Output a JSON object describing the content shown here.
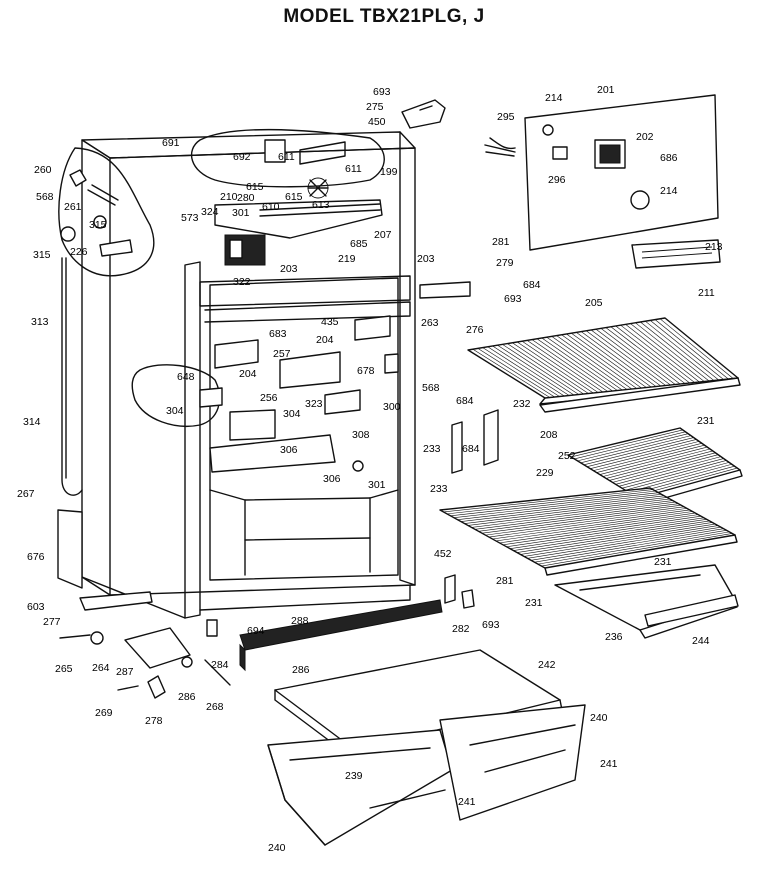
{
  "title": "MODEL TBX21PLG, J",
  "part_labels": [
    {
      "id": "p693a",
      "text": "693"
    },
    {
      "id": "p275",
      "text": "275"
    },
    {
      "id": "p450",
      "text": "450"
    },
    {
      "id": "p201",
      "text": "201"
    },
    {
      "id": "p214a",
      "text": "214"
    },
    {
      "id": "p295",
      "text": "295"
    },
    {
      "id": "p202",
      "text": "202"
    },
    {
      "id": "p686",
      "text": "686"
    },
    {
      "id": "p296",
      "text": "296"
    },
    {
      "id": "p214b",
      "text": "214"
    },
    {
      "id": "p691",
      "text": "691"
    },
    {
      "id": "p692",
      "text": "692"
    },
    {
      "id": "p611a",
      "text": "611"
    },
    {
      "id": "p611b",
      "text": "611"
    },
    {
      "id": "p199",
      "text": "199"
    },
    {
      "id": "p260",
      "text": "260"
    },
    {
      "id": "p615a",
      "text": "615"
    },
    {
      "id": "p615b",
      "text": "615"
    },
    {
      "id": "p568a",
      "text": "568"
    },
    {
      "id": "p210",
      "text": "210"
    },
    {
      "id": "p280",
      "text": "280"
    },
    {
      "id": "p261",
      "text": "261"
    },
    {
      "id": "p610",
      "text": "610"
    },
    {
      "id": "p613",
      "text": "613"
    },
    {
      "id": "p315a",
      "text": "315"
    },
    {
      "id": "p573",
      "text": "573"
    },
    {
      "id": "p324",
      "text": "324"
    },
    {
      "id": "p301a",
      "text": "301"
    },
    {
      "id": "p207",
      "text": "207"
    },
    {
      "id": "p315b",
      "text": "315"
    },
    {
      "id": "p226",
      "text": "226"
    },
    {
      "id": "p685",
      "text": "685"
    },
    {
      "id": "p213",
      "text": "213"
    },
    {
      "id": "p281a",
      "text": "281"
    },
    {
      "id": "p203a",
      "text": "203"
    },
    {
      "id": "p219",
      "text": "219"
    },
    {
      "id": "p203b",
      "text": "203"
    },
    {
      "id": "p279",
      "text": "279"
    },
    {
      "id": "p322",
      "text": "322"
    },
    {
      "id": "p684a",
      "text": "684"
    },
    {
      "id": "p211",
      "text": "211"
    },
    {
      "id": "p693b",
      "text": "693"
    },
    {
      "id": "p313",
      "text": "313"
    },
    {
      "id": "p263",
      "text": "263"
    },
    {
      "id": "p205",
      "text": "205"
    },
    {
      "id": "p683",
      "text": "683"
    },
    {
      "id": "p435",
      "text": "435"
    },
    {
      "id": "p276",
      "text": "276"
    },
    {
      "id": "p204a",
      "text": "204"
    },
    {
      "id": "p257",
      "text": "257"
    },
    {
      "id": "p678",
      "text": "678"
    },
    {
      "id": "p648",
      "text": "648"
    },
    {
      "id": "p204b",
      "text": "204"
    },
    {
      "id": "p568b",
      "text": "568"
    },
    {
      "id": "p256",
      "text": "256"
    },
    {
      "id": "p323",
      "text": "323"
    },
    {
      "id": "p304a",
      "text": "304"
    },
    {
      "id": "p304b",
      "text": "304"
    },
    {
      "id": "p300",
      "text": "300"
    },
    {
      "id": "p684b",
      "text": "684"
    },
    {
      "id": "p232",
      "text": "232"
    },
    {
      "id": "p231a",
      "text": "231"
    },
    {
      "id": "p314",
      "text": "314"
    },
    {
      "id": "p208",
      "text": "208"
    },
    {
      "id": "p308",
      "text": "308"
    },
    {
      "id": "p233a",
      "text": "233"
    },
    {
      "id": "p684c",
      "text": "684"
    },
    {
      "id": "p306a",
      "text": "306"
    },
    {
      "id": "p252",
      "text": "252"
    },
    {
      "id": "p306b",
      "text": "306"
    },
    {
      "id": "p301b",
      "text": "301"
    },
    {
      "id": "p229",
      "text": "229"
    },
    {
      "id": "p233b",
      "text": "233"
    },
    {
      "id": "p267",
      "text": "267"
    },
    {
      "id": "p452",
      "text": "452"
    },
    {
      "id": "p231b",
      "text": "231"
    },
    {
      "id": "p676",
      "text": "676"
    },
    {
      "id": "p281b",
      "text": "281"
    },
    {
      "id": "p603",
      "text": "603"
    },
    {
      "id": "p231c",
      "text": "231"
    },
    {
      "id": "p277",
      "text": "277"
    },
    {
      "id": "p288",
      "text": "288"
    },
    {
      "id": "p694",
      "text": "694"
    },
    {
      "id": "p282",
      "text": "282"
    },
    {
      "id": "p693c",
      "text": "693"
    },
    {
      "id": "p236",
      "text": "236"
    },
    {
      "id": "p244",
      "text": "244"
    },
    {
      "id": "p265",
      "text": "265"
    },
    {
      "id": "p264",
      "text": "264"
    },
    {
      "id": "p287",
      "text": "287"
    },
    {
      "id": "p284",
      "text": "284"
    },
    {
      "id": "p286a",
      "text": "286"
    },
    {
      "id": "p242",
      "text": "242"
    },
    {
      "id": "p286b",
      "text": "286"
    },
    {
      "id": "p269",
      "text": "269"
    },
    {
      "id": "p278",
      "text": "278"
    },
    {
      "id": "p268",
      "text": "268"
    },
    {
      "id": "p240a",
      "text": "240"
    },
    {
      "id": "p239",
      "text": "239"
    },
    {
      "id": "p241a",
      "text": "241"
    },
    {
      "id": "p241b",
      "text": "241"
    },
    {
      "id": "p240b",
      "text": "240"
    }
  ]
}
